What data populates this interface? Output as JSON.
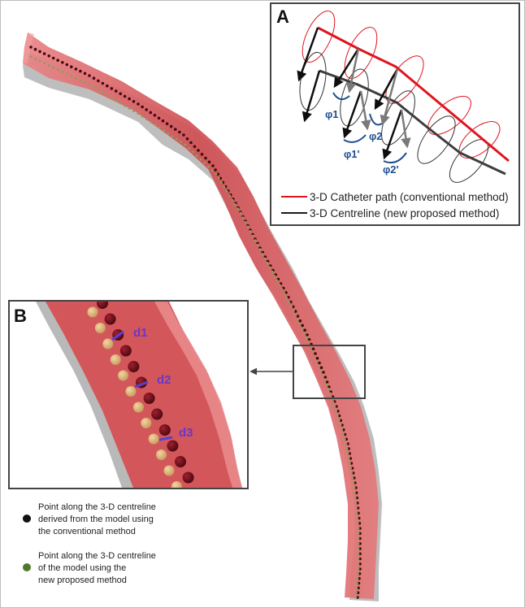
{
  "figure": {
    "panel_a": {
      "label": "A",
      "angle_labels": [
        "φ1",
        "φ1'",
        "φ2",
        "φ2'"
      ],
      "legend": [
        {
          "label": "3-D Catheter path (conventional method)",
          "color": "#e0141e"
        },
        {
          "label": "3-D Centreline (new proposed method)",
          "color": "#1a1a1a"
        }
      ]
    },
    "panel_b": {
      "label": "B",
      "distance_labels": [
        "d1",
        "d2",
        "d3"
      ]
    },
    "point_legend": [
      {
        "lines": [
          "Point along the 3-D centreline",
          "derived from the model using",
          "the conventional method"
        ],
        "color": "#111111"
      },
      {
        "lines": [
          "Point along the 3-D centreline",
          "of the model using the",
          "new proposed method"
        ],
        "color": "#4f7a2a"
      }
    ],
    "colors": {
      "vessel": "#d9585a",
      "vessel_shadow": "#9b9b9b",
      "conventional_point": "#4a0810",
      "proposed_point": "#8aa05a",
      "distance_line": "#5a3fd0",
      "catheter_path": "#e0141e",
      "centreline": "#3a3a3a"
    }
  }
}
